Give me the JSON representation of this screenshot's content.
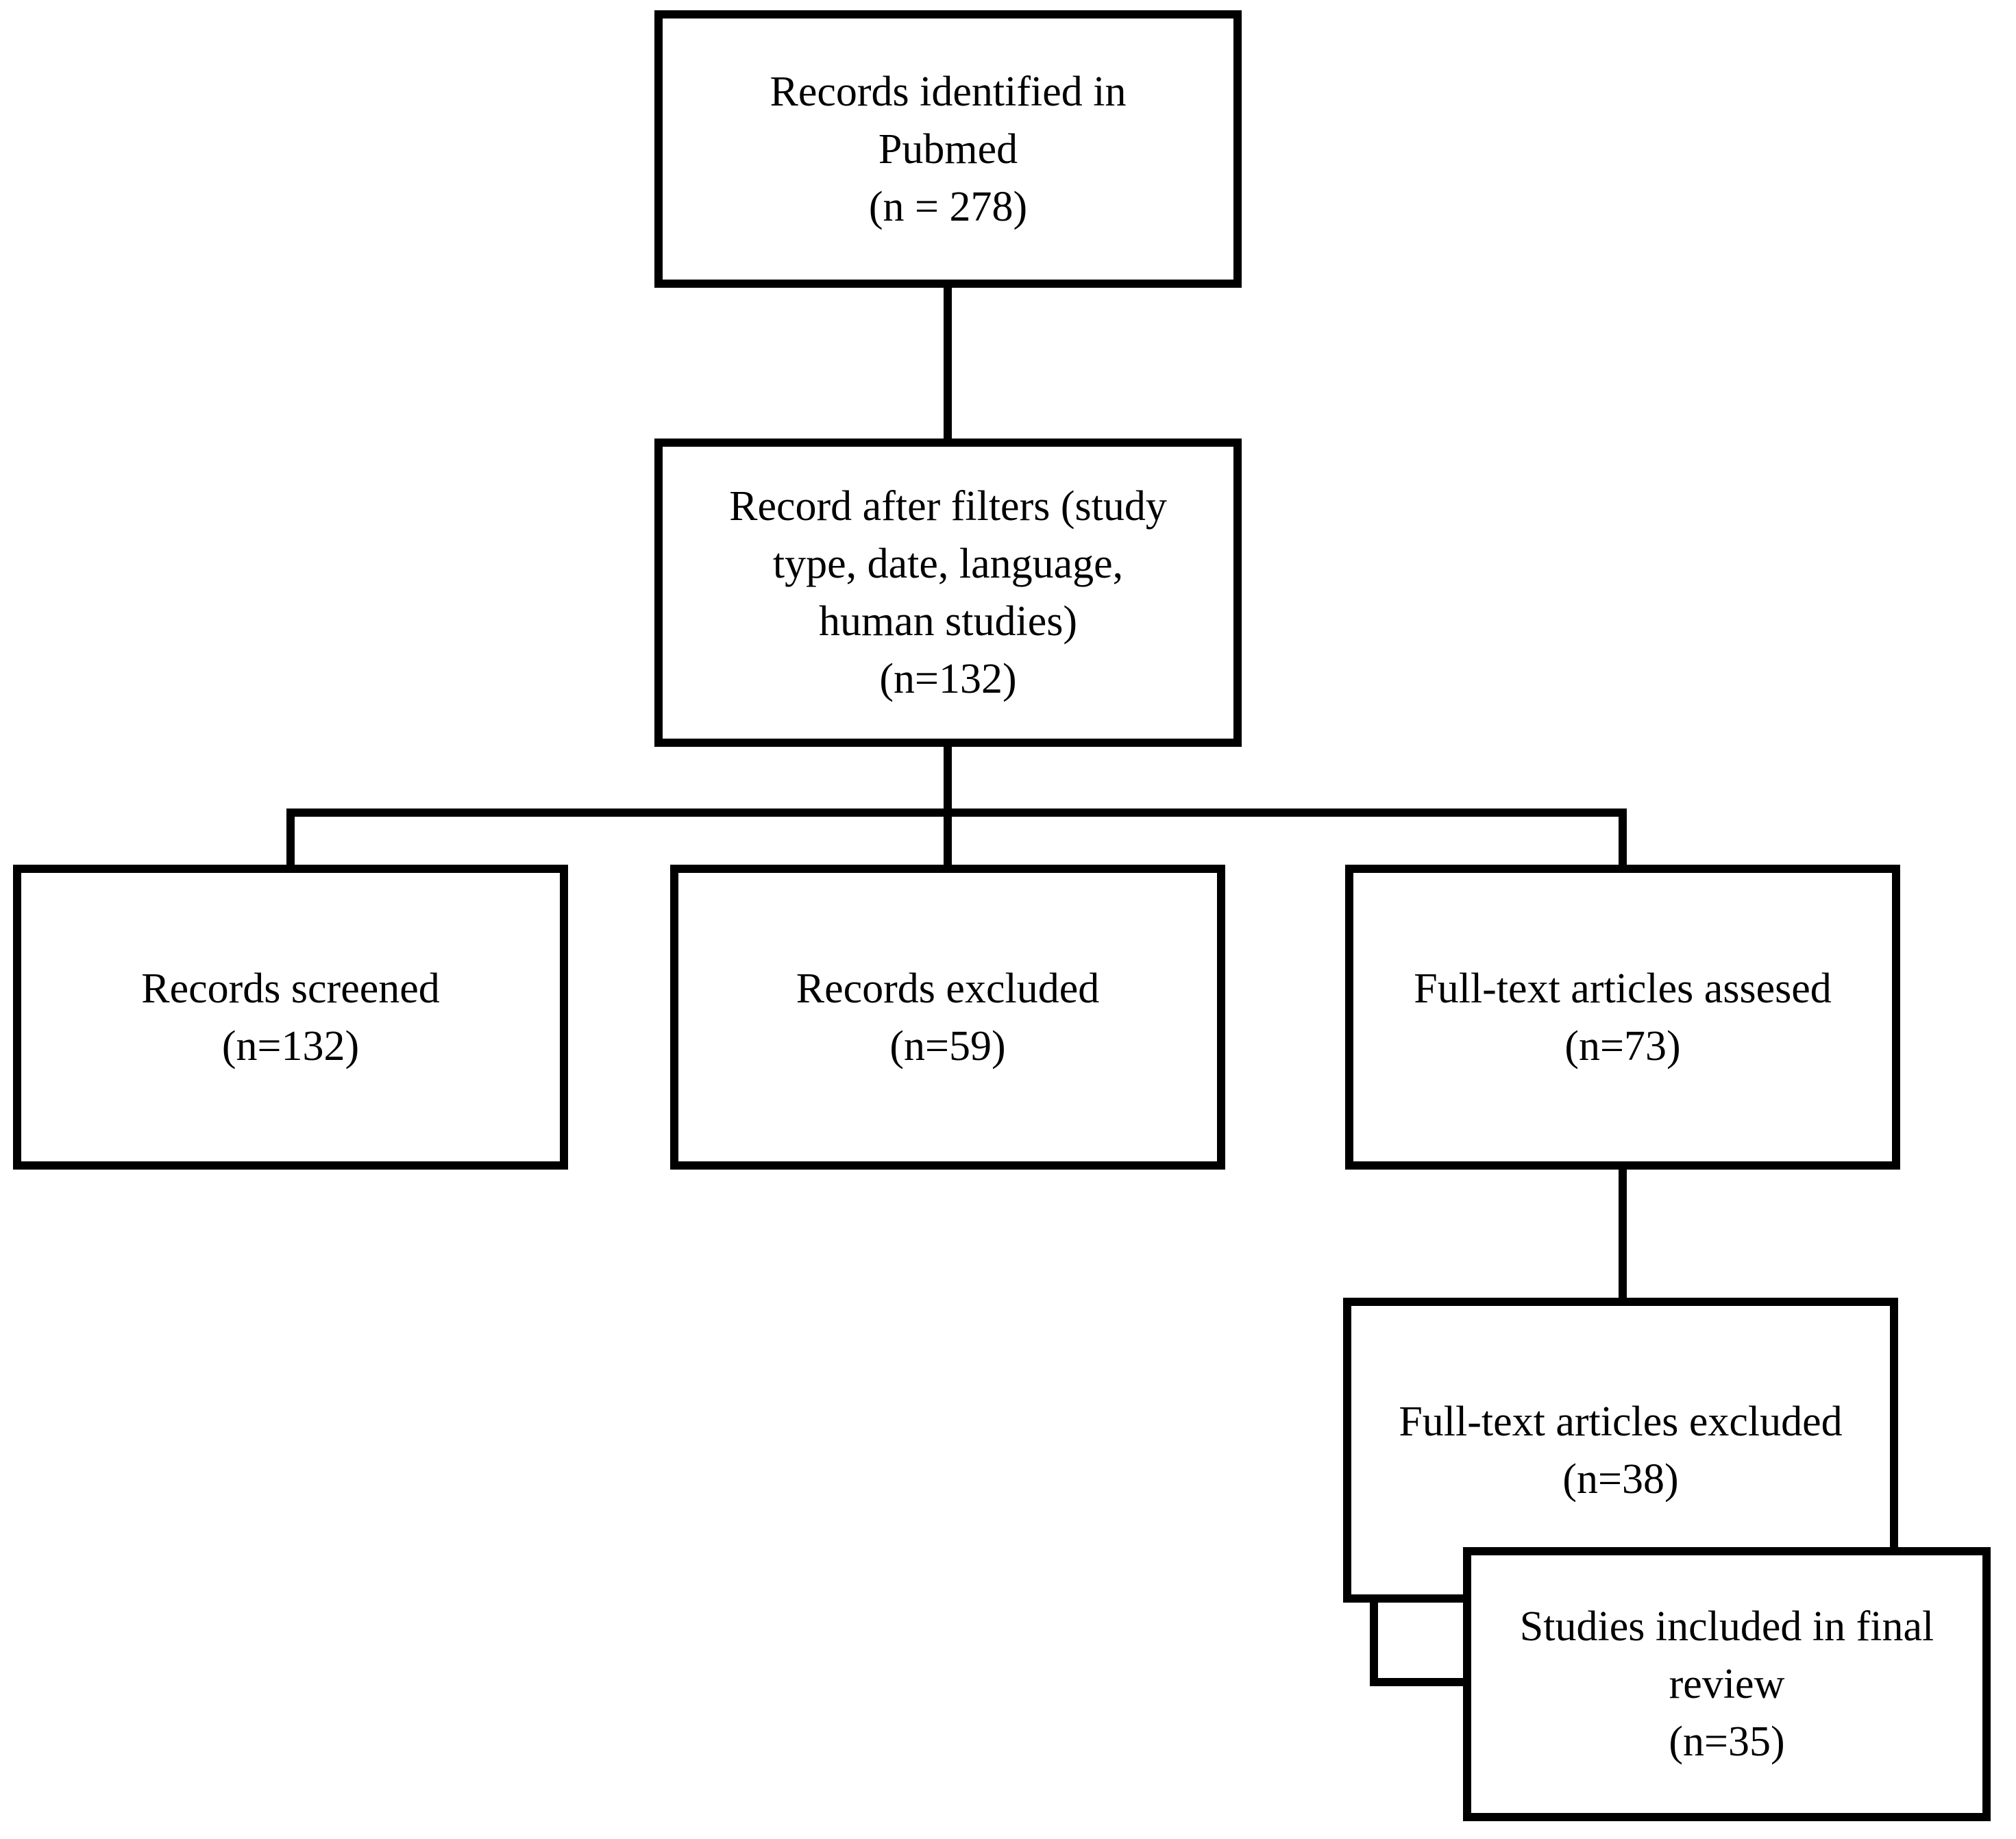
{
  "diagram": {
    "type": "flowchart",
    "colors": {
      "background": "#ffffff",
      "box_border": "#000000",
      "connector": "#000000",
      "text": "#000000"
    },
    "boxes": [
      {
        "id": "records-identified-pubmed",
        "lines": [
          "Records identified in",
          "Pubmed",
          "(n = 278)"
        ]
      },
      {
        "id": "records-after-filters",
        "lines": [
          "Record after filters (study",
          "type, date, language,",
          "human studies)",
          "(n=132)"
        ]
      },
      {
        "id": "records-screened",
        "lines": [
          "Records screened",
          "(n=132)"
        ]
      },
      {
        "id": "records-excluded",
        "lines": [
          "Records excluded",
          "(n=59)"
        ]
      },
      {
        "id": "full-text-articles-assessed",
        "lines": [
          "Full-text articles assesed",
          "(n=73)"
        ]
      },
      {
        "id": "full-text-articles-excluded",
        "lines": [
          "Full-text articles excluded",
          "(n=38)"
        ]
      },
      {
        "id": "studies-included-final-review",
        "lines": [
          "Studies included in final",
          "review",
          "(n=35)"
        ]
      }
    ],
    "connections": [
      {
        "from": "records-identified-pubmed",
        "to": "records-after-filters"
      },
      {
        "from": "records-after-filters",
        "to": "records-screened"
      },
      {
        "from": "records-after-filters",
        "to": "records-excluded"
      },
      {
        "from": "records-after-filters",
        "to": "full-text-articles-assessed"
      },
      {
        "from": "full-text-articles-assessed",
        "to": "full-text-articles-excluded"
      },
      {
        "from": "full-text-articles-excluded",
        "to": "studies-included-final-review"
      }
    ]
  }
}
